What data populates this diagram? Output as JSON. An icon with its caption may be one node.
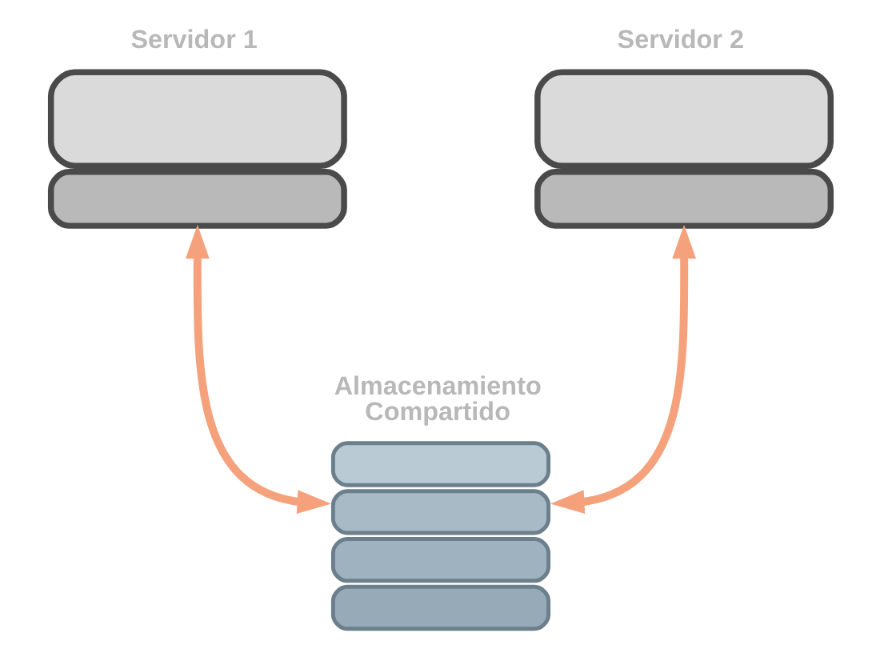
{
  "diagram": {
    "nodes": [
      {
        "text": [
          "Servidor 1"
        ]
      },
      {
        "text": [
          "Servidor 2"
        ]
      },
      {
        "text": [
          "Almacenamiento Compartido"
        ]
      }
    ],
    "edges": [
      {
        "from": 0,
        "to": 2,
        "arrow": "both"
      },
      {
        "from": 1,
        "to": 2,
        "arrow": "both"
      }
    ]
  }
}
